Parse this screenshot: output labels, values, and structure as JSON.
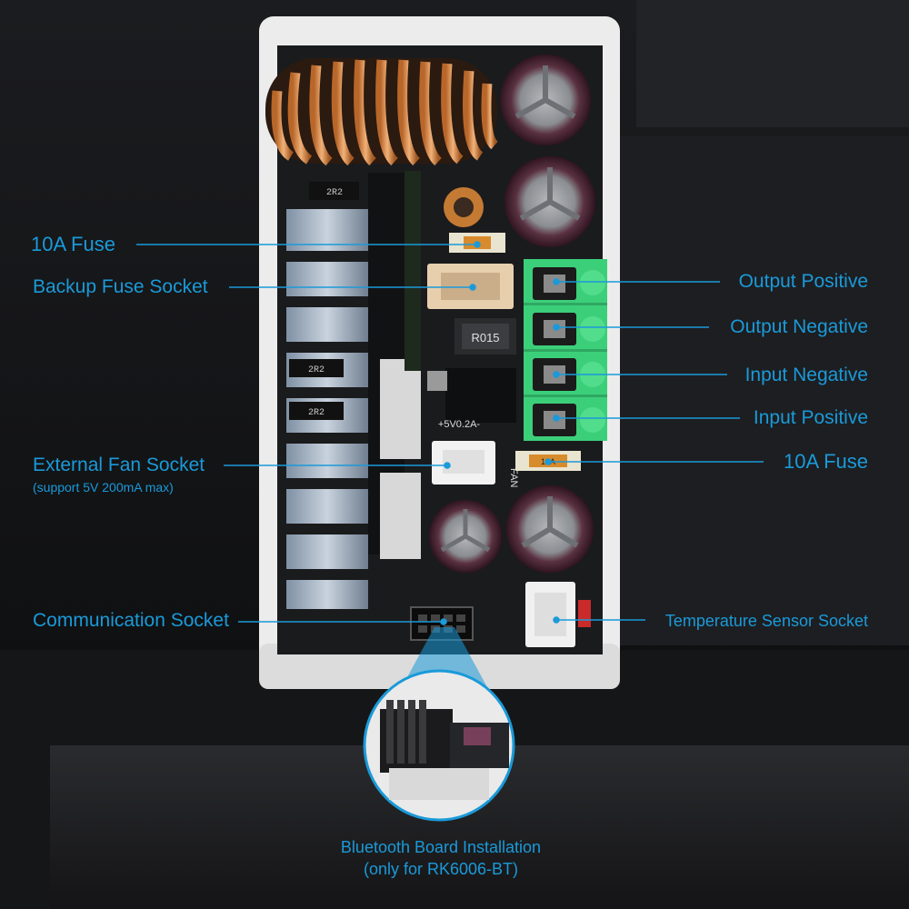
{
  "labels": {
    "fuse_top": "10A Fuse",
    "backup_fuse": "Backup Fuse Socket",
    "ext_fan": "External Fan Socket",
    "ext_fan_note": "(support 5V 200mA max)",
    "comm_socket": "Communication Socket",
    "out_pos": "Output Positive",
    "out_neg": "Output Negative",
    "in_neg": "Input Negative",
    "in_pos": "Input Positive",
    "fuse_right": "10A Fuse",
    "temp_sensor": "Temperature Sensor Socket"
  },
  "caption": {
    "line1": "Bluetooth Board Installation",
    "line2": "(only for RK6006-BT)"
  },
  "board_marks": {
    "r1": "R015",
    "fan_marking": "+5V0.2A-",
    "fan_word": "FAN",
    "ind1": "2R2",
    "ind2": "2R2",
    "ind3": "2R2",
    "fuse_marking": "10A"
  },
  "colors": {
    "accent": "#1a9ad9",
    "terminal": "#3ccf7a",
    "pcb": "#1a1b1d",
    "housing": "#ececec"
  }
}
